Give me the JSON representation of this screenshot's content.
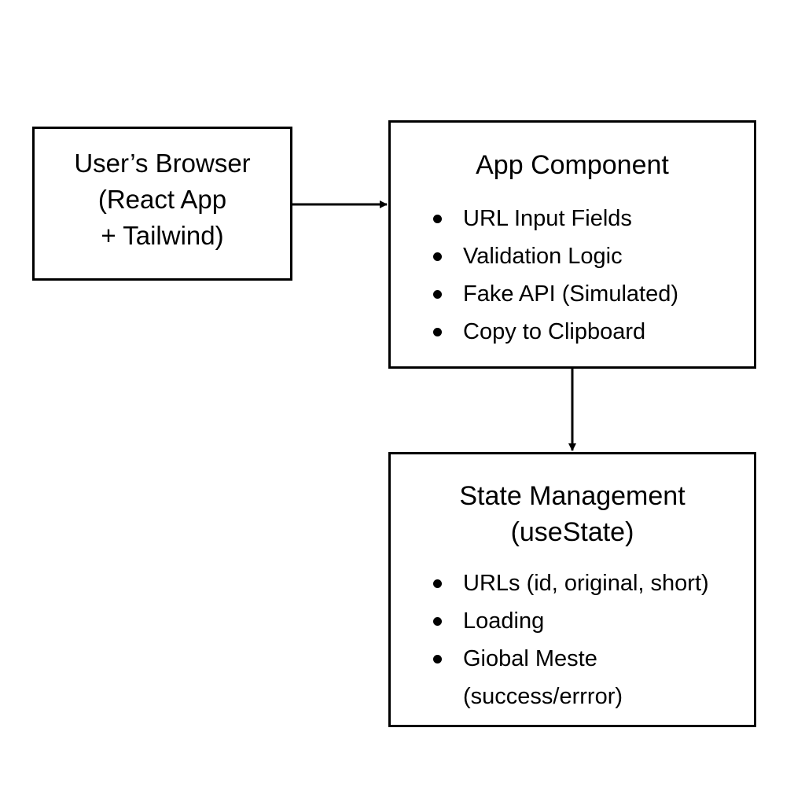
{
  "nodes": {
    "browser": {
      "lines": [
        "User’s Browser",
        "(React App",
        "+ Tailwind)"
      ]
    },
    "app": {
      "title": "App Component",
      "items": [
        "URL Input Fields",
        "Validation Logic",
        "Fake API (Simulated)",
        "Copy to Clipboard"
      ]
    },
    "state": {
      "title_lines": [
        "State Management",
        "(useState)"
      ],
      "items": [
        {
          "text": "URLs (id, original, short)"
        },
        {
          "text": "Loading"
        },
        {
          "text": "Giobal Meste",
          "sub": "(success/errror)"
        }
      ]
    }
  },
  "edges": [
    {
      "from": "browser",
      "to": "app"
    },
    {
      "from": "app",
      "to": "state"
    }
  ],
  "colors": {
    "stroke": "#000000",
    "background": "#ffffff"
  }
}
